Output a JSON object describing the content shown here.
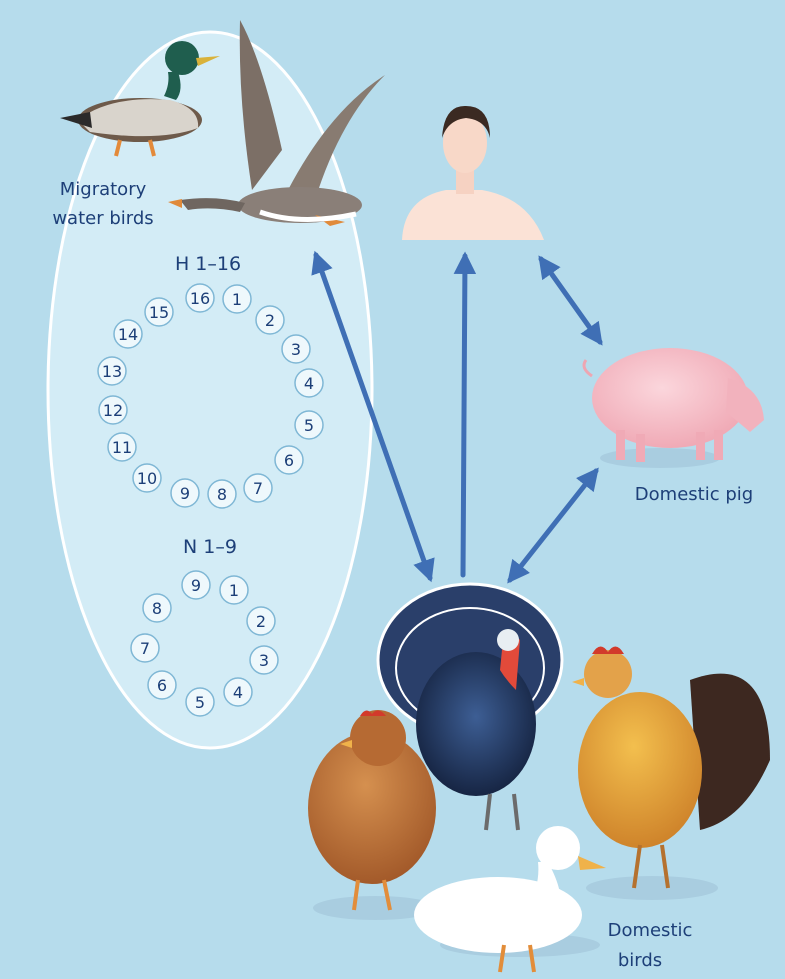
{
  "diagram": {
    "background_color": "#b6dcec",
    "accent_color": "#3f6fb5",
    "text_color": "#1d3f78",
    "labels": {
      "migratory": [
        "Migratory",
        "water birds"
      ],
      "pig": "Domestic pig",
      "domestic_birds": [
        "Domestic",
        "birds"
      ]
    },
    "h_subtypes": {
      "title": "H 1–16",
      "items": [
        "16",
        "1",
        "2",
        "3",
        "4",
        "5",
        "6",
        "7",
        "8",
        "9",
        "10",
        "11",
        "12",
        "13",
        "14",
        "15"
      ]
    },
    "n_subtypes": {
      "title": "N 1–9",
      "items": [
        "9",
        "1",
        "2",
        "3",
        "4",
        "5",
        "6",
        "7",
        "8"
      ]
    },
    "icons": [
      "mallard-duck-icon",
      "goose-icon",
      "human-icon",
      "pig-icon",
      "turkey-icon",
      "hen-icon",
      "rooster-icon",
      "white-duck-icon"
    ]
  }
}
